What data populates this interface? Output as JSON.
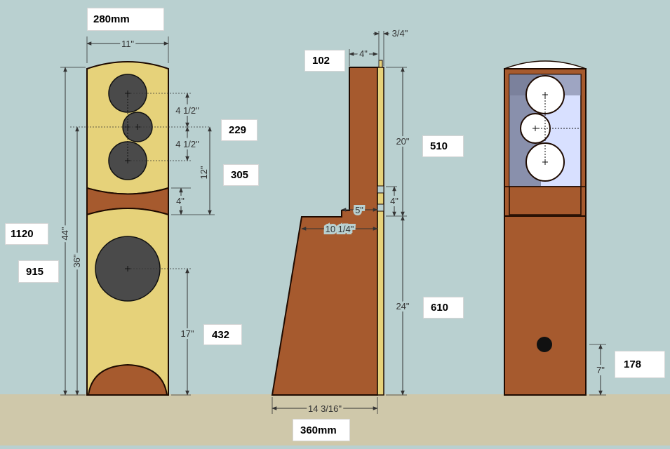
{
  "colors": {
    "background": "#b9d0d0",
    "floor": "#cfc8aa",
    "wood": "#a65a2e",
    "foam": "#e6d27a",
    "driver": "#4a4a4a",
    "edge": "#1e0a00"
  },
  "front_view": {
    "width_in": "11\"",
    "height_total_in": "44\"",
    "height_lower_in": "36\"",
    "tweeter_gap_upper": "4 1/2\"",
    "tweeter_gap_lower": "4 1/2\"",
    "center_to_port": "12\"",
    "port_height": "4\"",
    "woofer_height": "17\"",
    "labels_mm": {
      "width": "280mm",
      "height_total": "1120",
      "height_lower": "915",
      "tweeter": "229",
      "center_to_port": "305",
      "woofer": "432"
    }
  },
  "side_view": {
    "top_depth": "4\"",
    "baffle_thickness": "3/4\"",
    "upper_height": "20\"",
    "step_depth": "5\"",
    "port_height": "4\"",
    "mid_depth": "10 1/4\"",
    "lower_height": "24\"",
    "base_depth": "14 3/16\"",
    "labels_mm": {
      "top_depth": "102",
      "upper_height": "510",
      "lower_height": "610",
      "base_depth": "360mm"
    }
  },
  "back_view": {
    "port_height": "7\"",
    "labels_mm": {
      "port_height": "178"
    }
  }
}
